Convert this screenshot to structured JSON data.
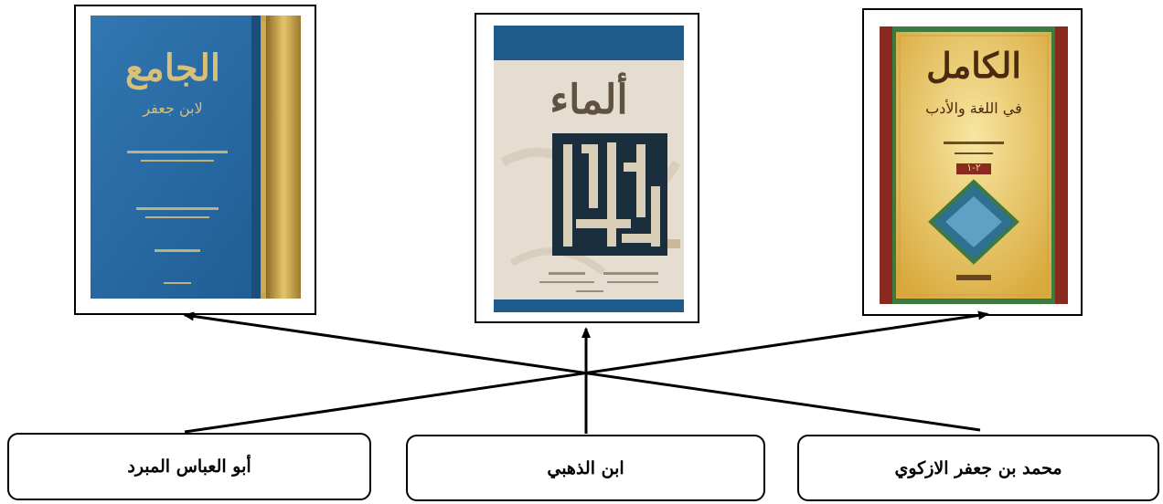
{
  "books": [
    {
      "id": "book-jami",
      "cover_title": "الجامع",
      "cover_subtitle": "لابن جعفر",
      "colors": {
        "base": "#2a69a3",
        "spine": "#c9a24a",
        "text": "#d8c07a"
      }
    },
    {
      "id": "book-alma",
      "cover_title": "ألماء",
      "cover_subtitle": "",
      "colors": {
        "base": "#e4ddd0",
        "band": "#1f5c8c",
        "panel": "#1b2e3e",
        "text": "#5f5240"
      }
    },
    {
      "id": "book-kamil",
      "cover_title": "الكامل",
      "cover_subtitle": "في اللغة والأدب",
      "cover_volume": "٢-١",
      "colors": {
        "base": "#e9c866",
        "border": "#3d7a40",
        "red": "#8a2a1e",
        "text": "#4a2a10"
      }
    }
  ],
  "authors": [
    {
      "id": "author-mubarrad",
      "label": "أبو العباس المبرد"
    },
    {
      "id": "author-dhahabi",
      "label": "ابن الذهبي"
    },
    {
      "id": "author-azkawi",
      "label": "محمد بن جعفر الازكوي"
    }
  ],
  "arrow_color": "#000000"
}
